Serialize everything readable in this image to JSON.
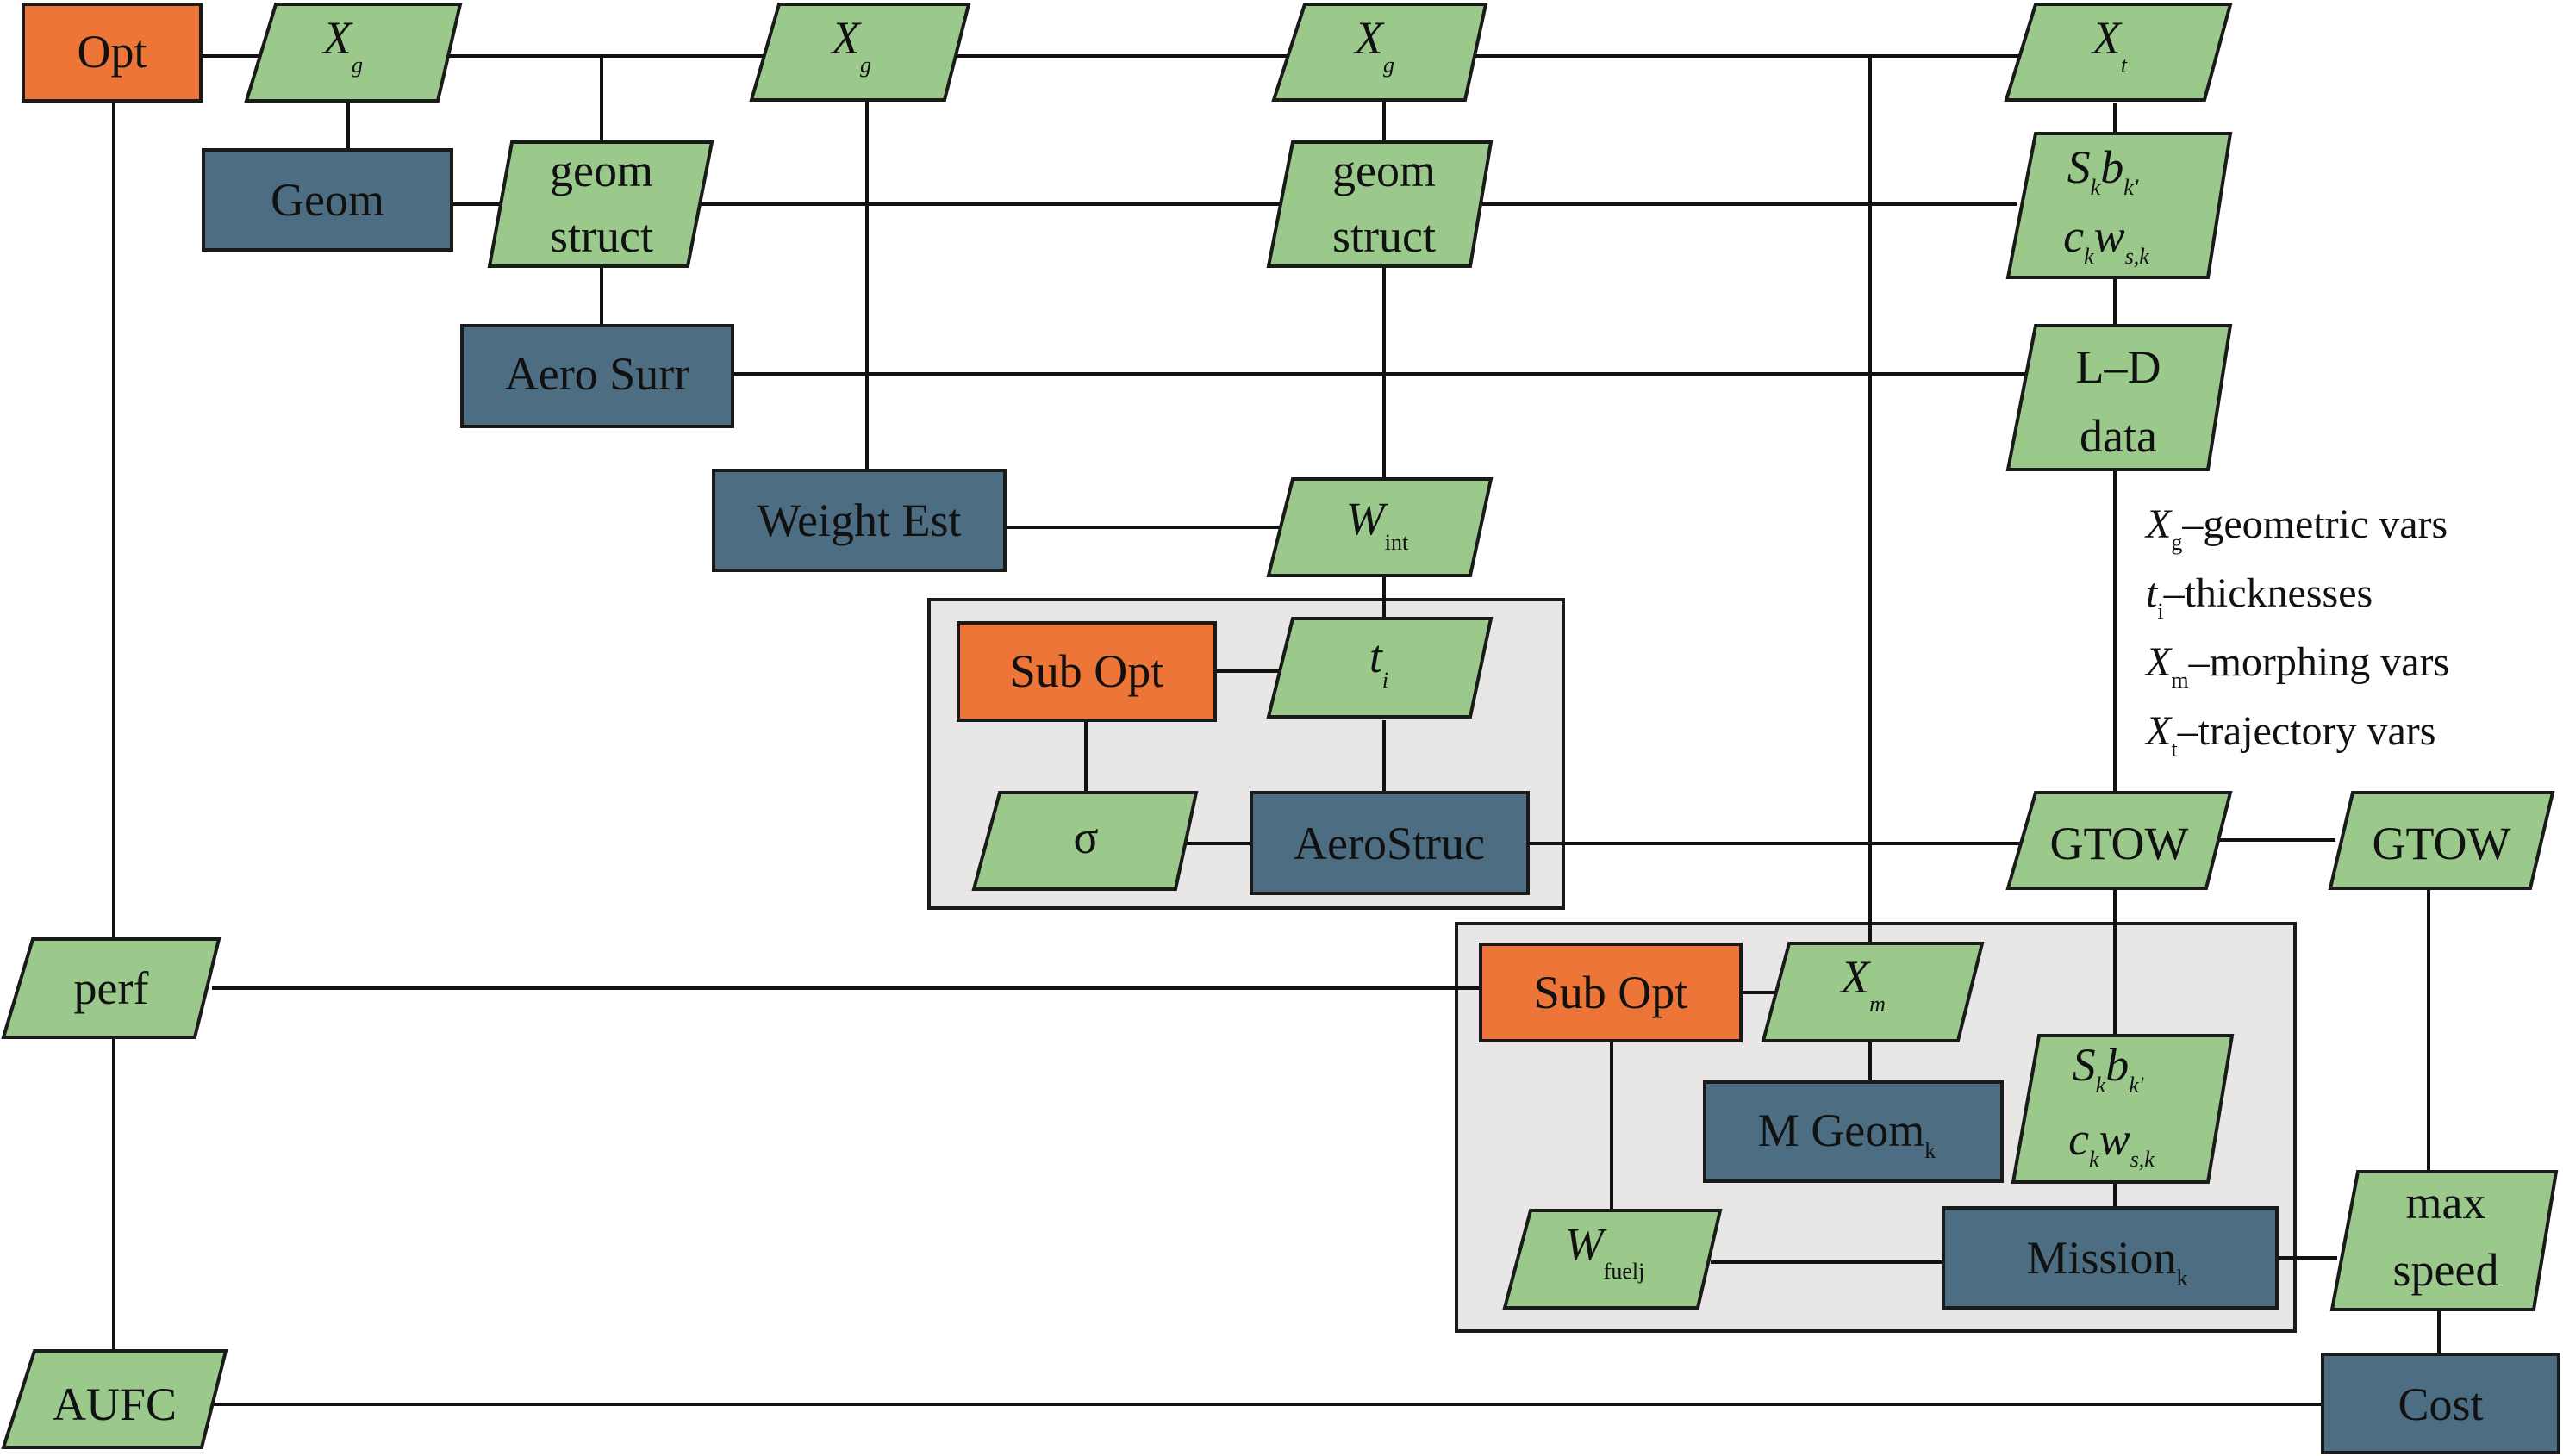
{
  "colors": {
    "optimizer": "#ED7538",
    "data": "#9BC98C",
    "discipline": "#4D6E82",
    "group_fill": "#E8E7E5",
    "stroke": "#1a1a1a",
    "line": "#111111"
  },
  "nodes": {
    "opt": "Opt",
    "xg1": {
      "main": "X",
      "sub": "g"
    },
    "xg2": {
      "main": "X",
      "sub": "g"
    },
    "xg3": {
      "main": "X",
      "sub": "g"
    },
    "xt": {
      "main": "X",
      "sub": "t"
    },
    "geom": "Geom",
    "geom_struct_1": {
      "line1": "geom",
      "line2": "struct"
    },
    "geom_struct_2": {
      "line1": "geom",
      "line2": "struct"
    },
    "sb_top": {
      "s": "S",
      "s_sub": "k",
      "b": "b",
      "b_sub": "k'",
      "c": "c",
      "c_sub": "k",
      "w": "w",
      "w_sub": "s,k"
    },
    "aero_surr": "Aero Surr",
    "ld_data": {
      "line1": "L–D",
      "line2": "data"
    },
    "weight_est": "Weight Est",
    "w_int": {
      "main": "W",
      "sub": "int"
    },
    "sub_opt_1": "Sub Opt",
    "t_i": {
      "main": "t",
      "sub": "i"
    },
    "sigma": "σ",
    "aerostruc": "AeroStruc",
    "gtow_1": "GTOW",
    "gtow_2": "GTOW",
    "perf": "perf",
    "sub_opt_2": "Sub Opt",
    "x_m": {
      "main": "X",
      "sub": "m"
    },
    "m_geom": {
      "main": "M Geom",
      "sub": "k"
    },
    "sb_bottom": {
      "s": "S",
      "s_sub": "k",
      "b": "b",
      "b_sub": "k'",
      "c": "c",
      "c_sub": "k",
      "w": "w",
      "w_sub": "s,k"
    },
    "w_fuel": {
      "main": "W",
      "sub": "fuelj"
    },
    "mission": {
      "main": "Mission",
      "sub": "k"
    },
    "max_speed": {
      "line1": "max",
      "line2": "speed"
    },
    "aufc": "AUFC",
    "cost": "Cost"
  },
  "legend": [
    {
      "sym": "X",
      "sub": "g",
      "text": "–geometric vars"
    },
    {
      "sym": "t",
      "sub": "i",
      "text": "–thicknesses"
    },
    {
      "sym": "X",
      "sub": "m",
      "text": "–morphing vars"
    },
    {
      "sym": "X",
      "sub": "t",
      "text": "–trajectory vars"
    }
  ]
}
